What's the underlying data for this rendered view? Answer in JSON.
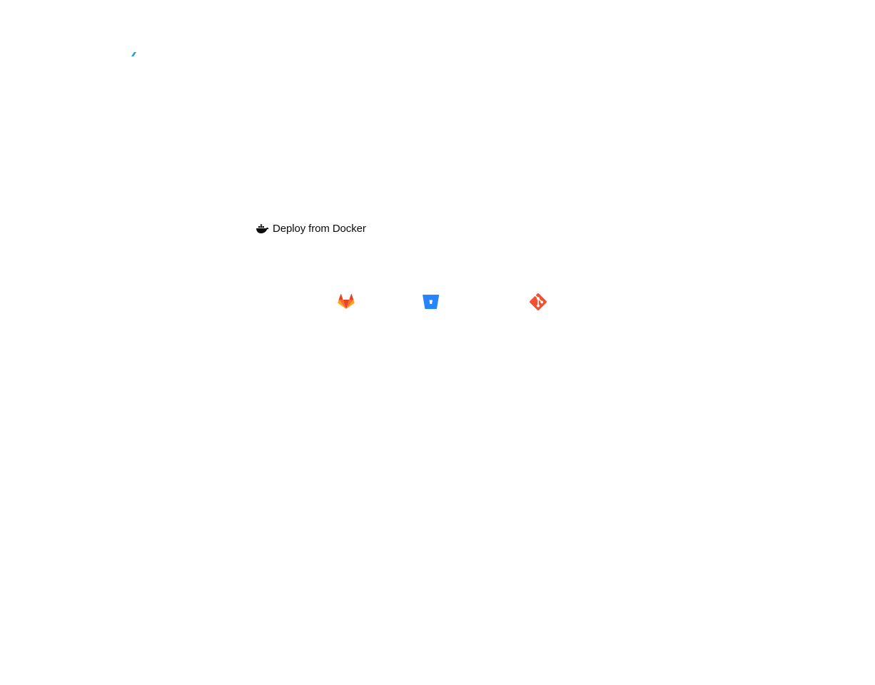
{
  "brand": {
    "icon": "brand-slash-icon",
    "color": "#12a3e0"
  },
  "deploy": {
    "docker_label": "Deploy from Docker",
    "docker_icon": "docker-icon"
  },
  "providers": [
    {
      "name": "gitlab",
      "icon": "gitlab-icon",
      "color": "#e24329"
    },
    {
      "name": "bitbucket",
      "icon": "bitbucket-icon",
      "color": "#2684ff"
    },
    {
      "name": "git",
      "icon": "git-icon",
      "color": "#f05133"
    }
  ]
}
